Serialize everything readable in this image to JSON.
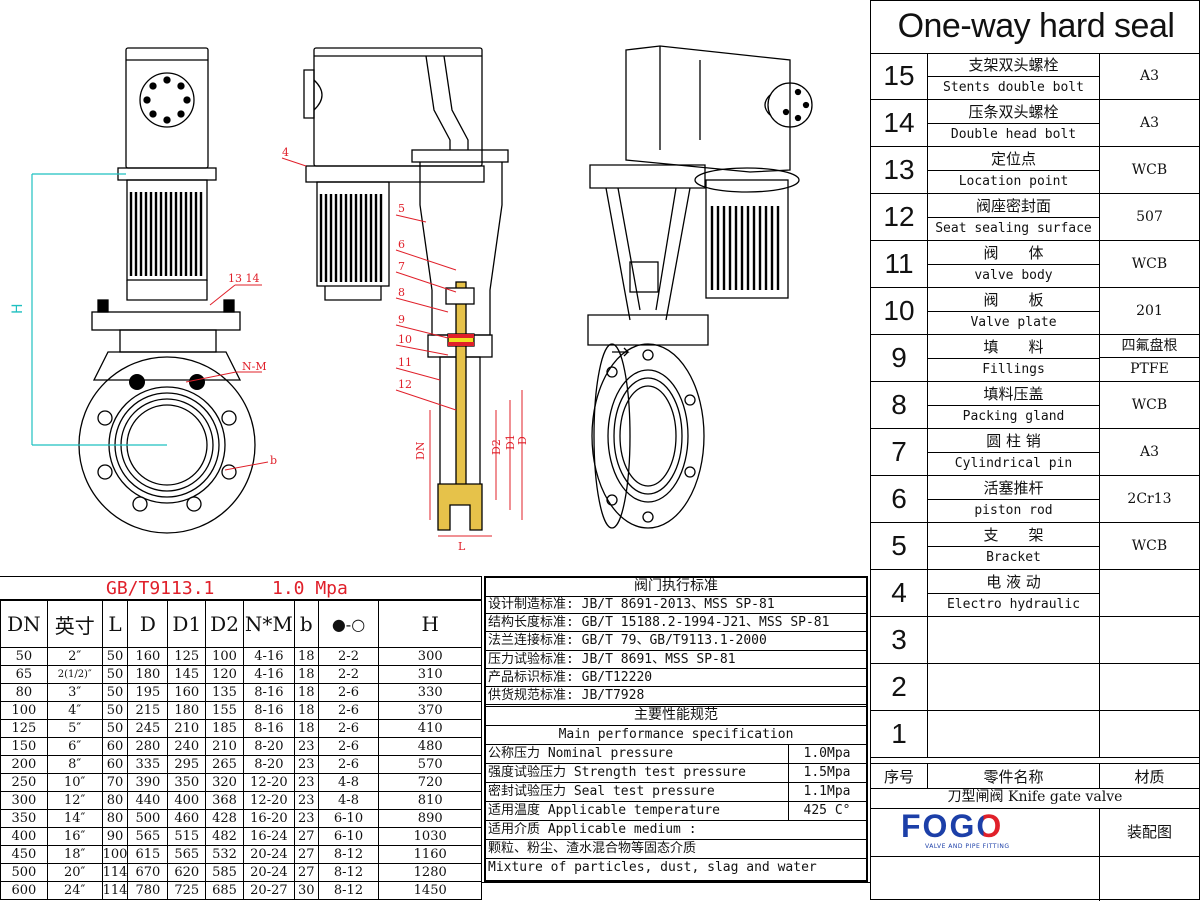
{
  "title": "One-way hard seal",
  "parts": [
    {
      "no": "15",
      "zh": "支架双头螺栓",
      "en": "Stents double bolt",
      "mat": "A3"
    },
    {
      "no": "14",
      "zh": "压条双头螺栓",
      "en": "Double head bolt",
      "mat": "A3"
    },
    {
      "no": "13",
      "zh": "定位点",
      "en": "Location point",
      "mat": "WCB"
    },
    {
      "no": "12",
      "zh": "阀座密封面",
      "en": "Seat sealing surface",
      "mat": "507"
    },
    {
      "no": "11",
      "zh": "阀　　体",
      "en": "valve body",
      "mat": "WCB"
    },
    {
      "no": "10",
      "zh": "阀　　板",
      "en": "Valve plate",
      "mat": "201"
    },
    {
      "no": "9",
      "zh": "填　　料",
      "en": "Fillings",
      "mat": "四氟盘根",
      "mat2": "PTFE"
    },
    {
      "no": "8",
      "zh": "填料压盖",
      "en": "Packing gland",
      "mat": "WCB"
    },
    {
      "no": "7",
      "zh": "圆 柱 销",
      "en": "Cylindrical pin",
      "mat": "A3"
    },
    {
      "no": "6",
      "zh": "活塞推杆",
      "en": "piston rod",
      "mat": "2Cr13"
    },
    {
      "no": "5",
      "zh": "支　　架",
      "en": "Bracket",
      "mat": "WCB"
    },
    {
      "no": "4",
      "zh": "电 液 动",
      "en": "Electro hydraulic",
      "mat": ""
    },
    {
      "no": "3",
      "zh": "",
      "en": "",
      "mat": ""
    },
    {
      "no": "2",
      "zh": "",
      "en": "",
      "mat": ""
    },
    {
      "no": "1",
      "zh": "",
      "en": "",
      "mat": ""
    }
  ],
  "parts_header": {
    "no": "序号",
    "name": "零件名称",
    "mat": "材质"
  },
  "footer": {
    "product": "刀型闸阀 Knife gate valve",
    "logo": "FOGO",
    "logo_sub": "VALVE AND PIPE FITTING",
    "drawing": "装配图"
  },
  "dim_title": {
    "std": "GB/T9113.1",
    "pressure": "1.0 Mpa"
  },
  "dim_headers": [
    "DN",
    "英寸",
    "L",
    "D",
    "D1",
    "D2",
    "N*M",
    "b",
    "●-○",
    "H"
  ],
  "dim_rows": [
    [
      "50",
      "2″",
      "50",
      "160",
      "125",
      "100",
      "4-16",
      "18",
      "2-2",
      "300"
    ],
    [
      "65",
      "2(1/2)″",
      "50",
      "180",
      "145",
      "120",
      "4-16",
      "18",
      "2-2",
      "310"
    ],
    [
      "80",
      "3″",
      "50",
      "195",
      "160",
      "135",
      "8-16",
      "18",
      "2-6",
      "330"
    ],
    [
      "100",
      "4″",
      "50",
      "215",
      "180",
      "155",
      "8-16",
      "18",
      "2-6",
      "370"
    ],
    [
      "125",
      "5″",
      "50",
      "245",
      "210",
      "185",
      "8-16",
      "18",
      "2-6",
      "410"
    ],
    [
      "150",
      "6″",
      "60",
      "280",
      "240",
      "210",
      "8-20",
      "23",
      "2-6",
      "480"
    ],
    [
      "200",
      "8″",
      "60",
      "335",
      "295",
      "265",
      "8-20",
      "23",
      "2-6",
      "570"
    ],
    [
      "250",
      "10″",
      "70",
      "390",
      "350",
      "320",
      "12-20",
      "23",
      "4-8",
      "720"
    ],
    [
      "300",
      "12″",
      "80",
      "440",
      "400",
      "368",
      "12-20",
      "23",
      "4-8",
      "810"
    ],
    [
      "350",
      "14″",
      "80",
      "500",
      "460",
      "428",
      "16-20",
      "23",
      "6-10",
      "890"
    ],
    [
      "400",
      "16″",
      "90",
      "565",
      "515",
      "482",
      "16-24",
      "27",
      "6-10",
      "1030"
    ],
    [
      "450",
      "18″",
      "100",
      "615",
      "565",
      "532",
      "20-24",
      "27",
      "8-12",
      "1160"
    ],
    [
      "500",
      "20″",
      "114",
      "670",
      "620",
      "585",
      "20-24",
      "27",
      "8-12",
      "1280"
    ],
    [
      "600",
      "24″",
      "114",
      "780",
      "725",
      "685",
      "20-27",
      "30",
      "8-12",
      "1450"
    ]
  ],
  "standards": {
    "heading": "阀门执行标准",
    "lines": [
      "设计制造标准: JB/T 8691-2013、MSS SP-81",
      "结构长度标准: GB/T 15188.2-1994-J21、MSS SP-81",
      "法兰连接标准: GB/T 79、GB/T9113.1-2000",
      "压力试验标准: JB/T 8691、MSS SP-81",
      "产品标识标准: GB/T12220",
      "供货规范标准: JB/T7928"
    ]
  },
  "performance": {
    "heading_zh": "主要性能规范",
    "heading_en": "Main performance specification",
    "rows": [
      {
        "label": "公称压力 Nominal pressure",
        "value": "1.0Mpa"
      },
      {
        "label": "强度试验压力 Strength test pressure",
        "value": "1.5Mpa"
      },
      {
        "label": "密封试验压力 Seal test pressure",
        "value": "1.1Mpa"
      },
      {
        "label": "适用温度 Applicable temperature",
        "value": "425 C°"
      }
    ],
    "medium_label": "适用介质 Applicable medium :",
    "medium_zh": "颗粒、粉尘、渣水混合物等固态介质",
    "medium_en": "Mixture of particles, dust, slag and water"
  },
  "drawing_labels": {
    "h": "H",
    "n13": "13 14",
    "nm": "N-M",
    "b": "b",
    "n4": "4",
    "n5": "5",
    "n6": "6",
    "n7": "7",
    "n8": "8",
    "n9": "9",
    "n10": "10",
    "n11": "11",
    "n12": "12",
    "dn": "DN",
    "d2": "D2",
    "d1": "D1",
    "d": "D",
    "l": "L"
  }
}
